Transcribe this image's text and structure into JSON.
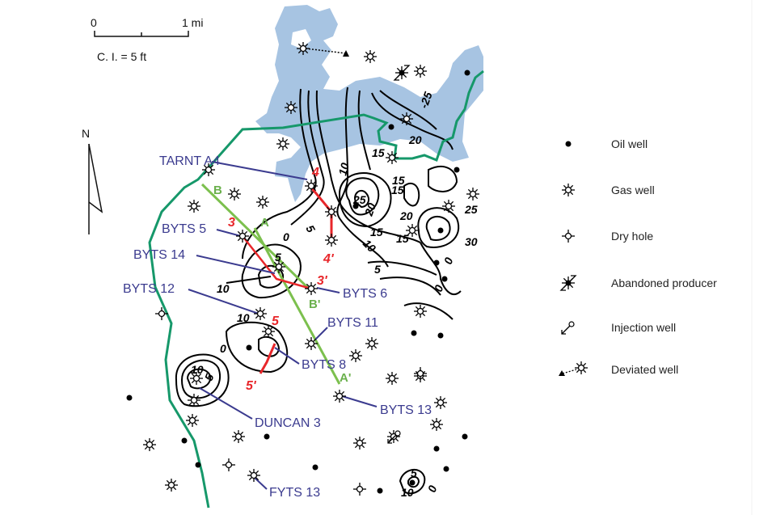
{
  "scale": {
    "zero": "0",
    "one": "1 mi",
    "contour_interval": "C. I. = 5 ft"
  },
  "north_label": "N",
  "legend": [
    {
      "icon": "oil-well-icon",
      "label": "Oil well"
    },
    {
      "icon": "gas-well-icon",
      "label": "Gas well"
    },
    {
      "icon": "dry-hole-icon",
      "label": "Dry hole"
    },
    {
      "icon": "abandoned-producer-icon",
      "label": "Abandoned producer"
    },
    {
      "icon": "injection-well-icon",
      "label": "Injection well"
    },
    {
      "icon": "deviated-well-icon",
      "label": "Deviated well"
    }
  ],
  "well_labels": {
    "tarnt_a4": "TARNT A4",
    "byts5": "BYTS 5",
    "byts14": "BYTS 14",
    "byts12": "BYTS 12",
    "byts6": "BYTS 6",
    "byts11": "BYTS 11",
    "byts8": "BYTS 8",
    "duncan3": "DUNCAN 3",
    "byts13": "BYTS 13",
    "fyts13": "FYTS 13"
  },
  "cross_sections": {
    "red": [
      "4",
      "4'",
      "3",
      "3'",
      "5",
      "5'"
    ],
    "green": [
      "A",
      "A'",
      "B",
      "B'"
    ]
  },
  "contour_labels": [
    "-25",
    "20",
    "15",
    "15",
    "10",
    "25",
    "20",
    "15",
    "10",
    "5",
    "0",
    "5",
    "10",
    "0",
    "15",
    "20",
    "15",
    "25",
    "30",
    "5",
    "0",
    "10",
    "0",
    "10",
    "5",
    "10",
    "5",
    "0"
  ],
  "colors": {
    "water": "#a7c4e2",
    "boundary": "#16986a",
    "section_green": "#7cc04e",
    "section_red": "#e8262a",
    "label_blue": "#3b3b8f"
  }
}
